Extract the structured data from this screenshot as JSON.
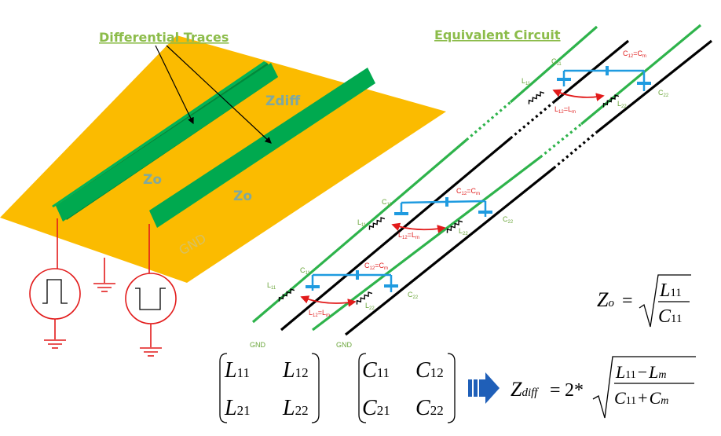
{
  "titles": {
    "left": "Differential Traces",
    "right": "Equivalent Circuit"
  },
  "board_labels": {
    "zdiff": "Zdiff",
    "zo_left": "Zo",
    "zo_right": "Zo",
    "gnd": "GND"
  },
  "circuit_labels": {
    "c11": "C",
    "c11_sub": "11",
    "c22": "C",
    "c22_sub": "22",
    "l11": "L",
    "l11_sub": "11",
    "l22": "L",
    "l22_sub": "22",
    "c12": "C",
    "c12_sub": "12",
    "cm": "=C",
    "cm_sub": "m",
    "l12": "L",
    "l12_sub": "12",
    "lm": "=L",
    "lm_sub": "m",
    "gnd1": "GND",
    "gnd2": "GND"
  },
  "equations": {
    "zo_lhs": "Z",
    "zo_lhs_sub": "o",
    "eq": "=",
    "l11": "L",
    "l11_sub": "11",
    "c11": "C",
    "c11_sub": "11",
    "zdiff_lhs": "Z",
    "zdiff_lhs_sub": "diff",
    "two_times": "2*",
    "minus": "−",
    "plus": "+",
    "lm": "L",
    "lm_sub": "m",
    "cm": "C",
    "cm_sub": "m"
  },
  "matrices": {
    "L": [
      [
        "L",
        "11",
        "L",
        "12"
      ],
      [
        "L",
        "21",
        "L",
        "22"
      ]
    ],
    "C": [
      [
        "C",
        "11",
        "C",
        "12"
      ],
      [
        "C",
        "21",
        "C",
        "22"
      ]
    ]
  },
  "colors": {
    "plane": "#fbbb00",
    "trace": "#00a94f",
    "green_line": "#2eb34b",
    "blue": "#1f9be0",
    "red": "#e21b1b",
    "arrow": "#1f5fb8",
    "title": "#8cbc4a"
  }
}
